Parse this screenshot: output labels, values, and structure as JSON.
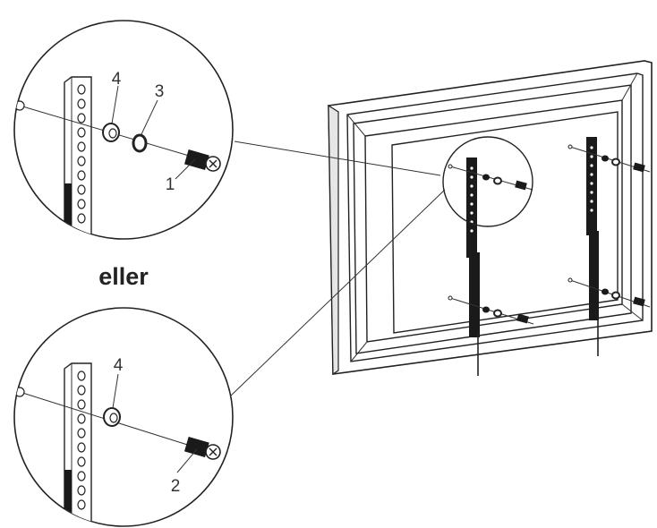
{
  "labels": {
    "or_text": "eller",
    "top": {
      "bolt": "1",
      "washer": "3",
      "spacer": "4"
    },
    "bottom": {
      "bolt": "2",
      "spacer": "4"
    }
  },
  "colors": {
    "ink": "#222222",
    "part_fill": "#1a1a1a",
    "paper": "#ffffff"
  }
}
